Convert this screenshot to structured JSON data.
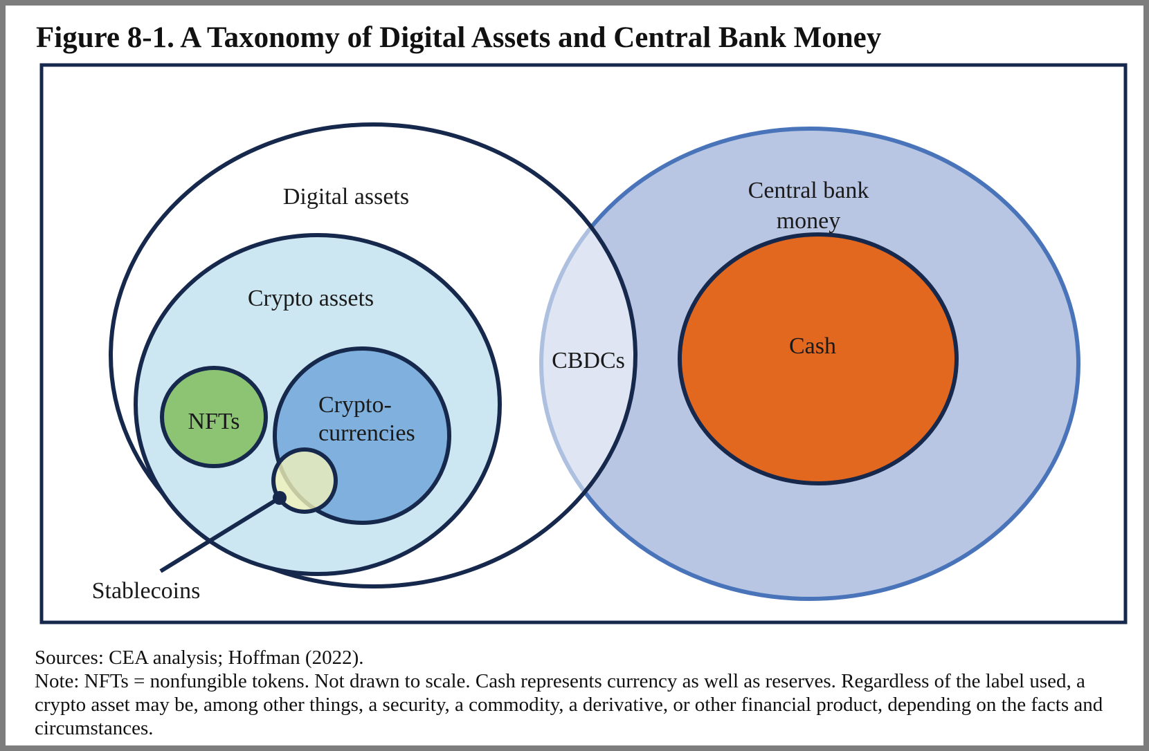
{
  "title": "Figure 8-1. A Taxonomy of Digital Assets and Central Bank Money",
  "diagram": {
    "labels": {
      "digital_assets": "Digital assets",
      "crypto_assets": "Crypto assets",
      "nfts": "NFTs",
      "cryptocurrencies_line1": "Crypto-",
      "cryptocurrencies_line2": "currencies",
      "stablecoins": "Stablecoins",
      "cbdcs": "CBDCs",
      "central_bank_line1": "Central bank",
      "central_bank_line2": "money",
      "cash": "Cash"
    },
    "colors": {
      "outline_navy": "#16284c",
      "digital_assets_fill": "#ffffff",
      "crypto_assets_fill": "#cde7f2",
      "nfts_fill": "#8cc473",
      "cryptocurrencies_fill": "#80b1de",
      "stablecoins_fill": "#f1f1b8",
      "central_bank_fill": "#b8c6e3",
      "central_bank_border": "#4a74b9",
      "cash_fill": "#e2671f"
    }
  },
  "footer": {
    "sources": "Sources: CEA analysis; Hoffman (2022).",
    "note": "Note: NFTs = nonfungible tokens. Not drawn to scale. Cash represents currency as well as reserves. Regardless of the label used, a crypto asset may be, among other things, a security, a commodity, a derivative, or other financial product, depending on the facts and circumstances."
  }
}
